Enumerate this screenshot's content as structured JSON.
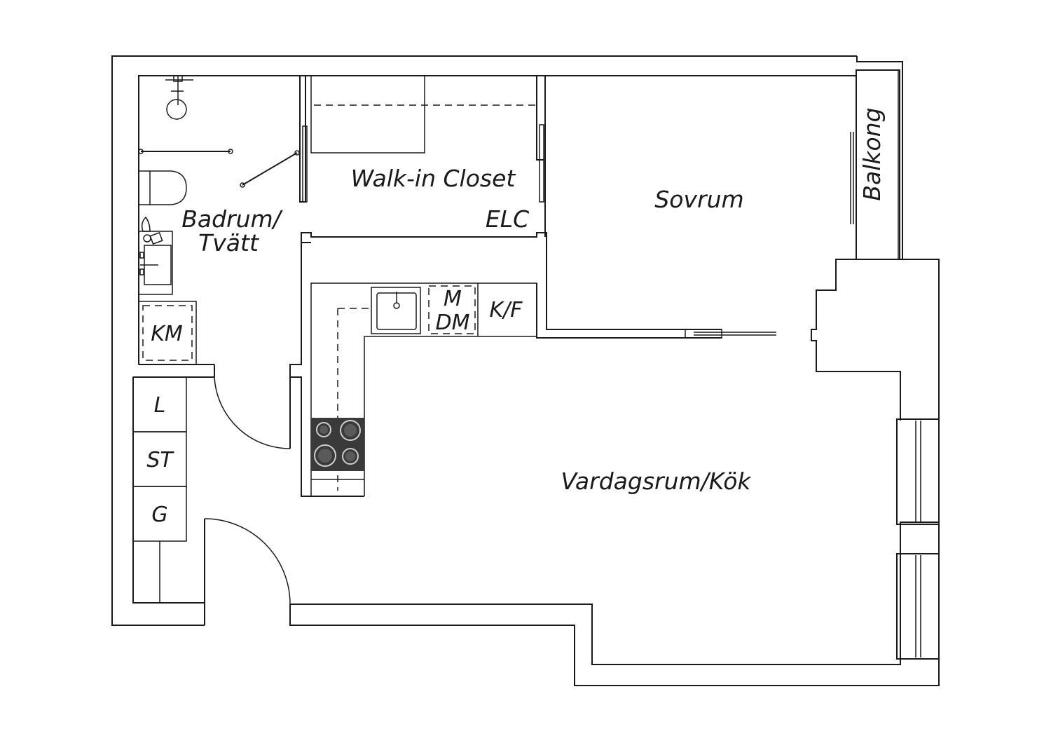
{
  "rooms": {
    "walk_in_closet": "Walk-in Closet",
    "elc": "ELC",
    "sovrum": "Sovrum",
    "balkong": "Balkong",
    "badrum_line1": "Badrum/",
    "badrum_line2": "Tvätt",
    "vardagsrum": "Vardagsrum/Kök"
  },
  "appliances": {
    "km": "KM",
    "m": "M",
    "dm": "DM",
    "kf": "K/F",
    "l": "L",
    "st": "ST",
    "g": "G"
  },
  "colors": {
    "line": "#1a1a1a",
    "stove": "#3a3a3a",
    "background": "#ffffff"
  }
}
